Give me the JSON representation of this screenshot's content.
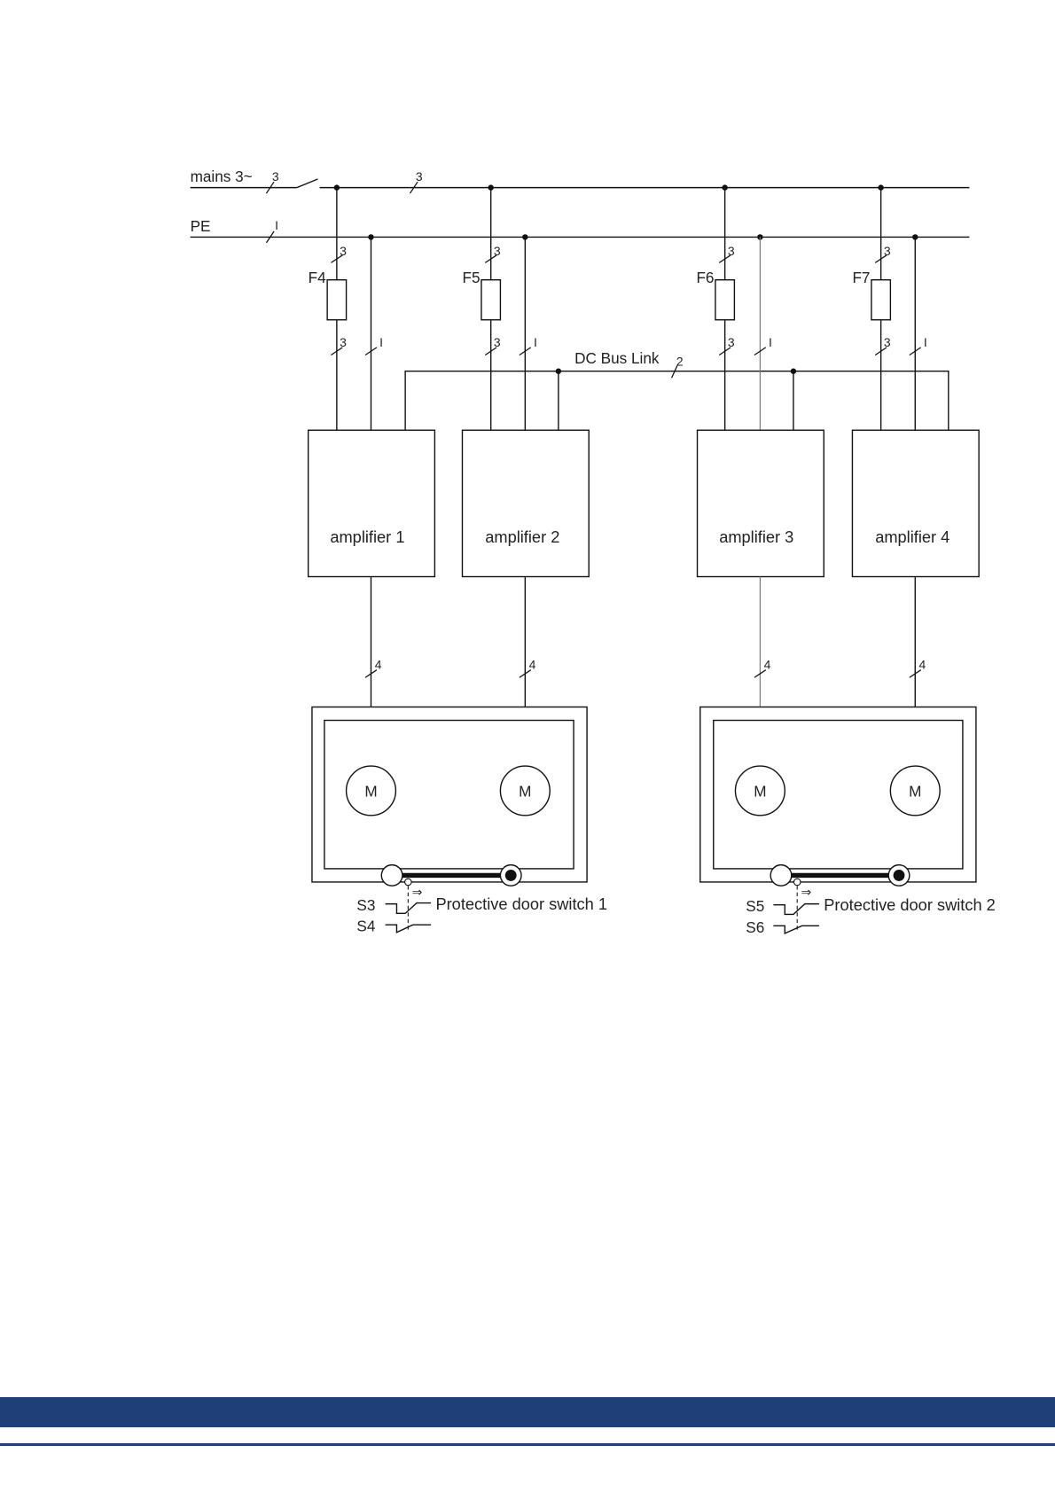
{
  "diagram": {
    "supply": {
      "mains_label": "mains 3~",
      "mains_count": "3",
      "mains_bus_count": "3",
      "pe_label": "PE",
      "pe_count": "I"
    },
    "dc_bus": {
      "label": "DC Bus Link",
      "count": "2"
    },
    "branches": [
      {
        "fuse": "F4",
        "fuse_count_top": "3",
        "fuse_count_bottom": "3",
        "pe_count": "I",
        "amplifier": "amplifier 1",
        "motor_count": "4",
        "motor": "M"
      },
      {
        "fuse": "F5",
        "fuse_count_top": "3",
        "fuse_count_bottom": "3",
        "pe_count": "I",
        "amplifier": "amplifier 2",
        "motor_count": "4",
        "motor": "M"
      },
      {
        "fuse": "F6",
        "fuse_count_top": "3",
        "fuse_count_bottom": "3",
        "pe_count": "I",
        "amplifier": "amplifier 3",
        "motor_count": "4",
        "motor": "M"
      },
      {
        "fuse": "F7",
        "fuse_count_top": "3",
        "fuse_count_bottom": "3",
        "pe_count": "I",
        "amplifier": "amplifier 4",
        "motor_count": "4",
        "motor": "M"
      }
    ],
    "door_switches": [
      {
        "label": "Protective door switch 1",
        "contacts": [
          "S3",
          "S4"
        ]
      },
      {
        "label": "Protective door switch 2",
        "contacts": [
          "S5",
          "S6"
        ]
      }
    ]
  },
  "colors": {
    "footer_bar": "#1f3f78",
    "footer_line": "#1f3f78",
    "line": "#111111"
  }
}
